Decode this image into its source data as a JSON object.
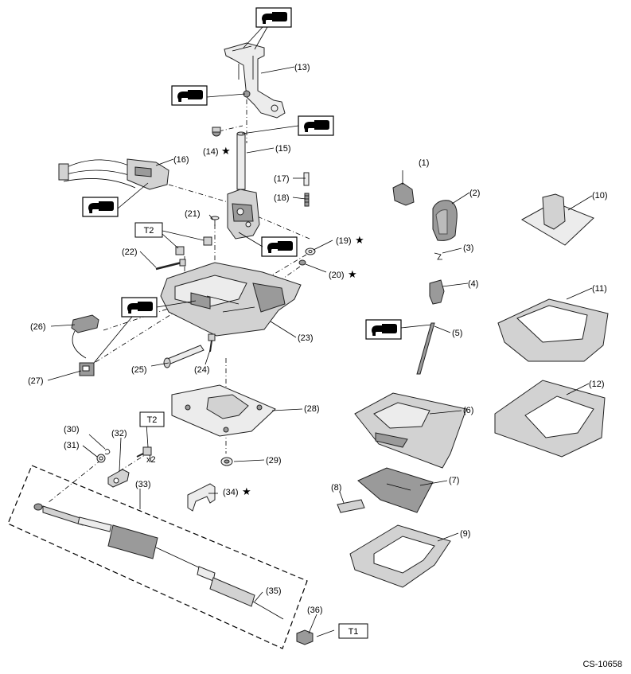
{
  "figure_code": "CS-10658",
  "torque_boxes": [
    {
      "id": "t2a",
      "text": "T2"
    },
    {
      "id": "t2b",
      "text": "T2"
    },
    {
      "id": "t1",
      "text": "T1"
    }
  ],
  "quantity_note": "x2",
  "parts": [
    {
      "id": "p1",
      "label": "(1)",
      "star": false
    },
    {
      "id": "p2",
      "label": "(2)",
      "star": false
    },
    {
      "id": "p3",
      "label": "(3)",
      "star": false
    },
    {
      "id": "p4",
      "label": "(4)",
      "star": false
    },
    {
      "id": "p5",
      "label": "(5)",
      "star": false
    },
    {
      "id": "p6",
      "label": "(6)",
      "star": false
    },
    {
      "id": "p7",
      "label": "(7)",
      "star": false
    },
    {
      "id": "p8",
      "label": "(8)",
      "star": false
    },
    {
      "id": "p9",
      "label": "(9)",
      "star": false
    },
    {
      "id": "p10",
      "label": "(10)",
      "star": false
    },
    {
      "id": "p11",
      "label": "(11)",
      "star": false
    },
    {
      "id": "p12",
      "label": "(12)",
      "star": false
    },
    {
      "id": "p13",
      "label": "(13)",
      "star": false
    },
    {
      "id": "p14",
      "label": "(14)",
      "star": true
    },
    {
      "id": "p15",
      "label": "(15)",
      "star": false
    },
    {
      "id": "p16",
      "label": "(16)",
      "star": false
    },
    {
      "id": "p17",
      "label": "(17)",
      "star": false
    },
    {
      "id": "p18",
      "label": "(18)",
      "star": false
    },
    {
      "id": "p19",
      "label": "(19)",
      "star": true
    },
    {
      "id": "p20",
      "label": "(20)",
      "star": true
    },
    {
      "id": "p21",
      "label": "(21)",
      "star": false
    },
    {
      "id": "p22",
      "label": "(22)",
      "star": false
    },
    {
      "id": "p23",
      "label": "(23)",
      "star": false
    },
    {
      "id": "p24",
      "label": "(24)",
      "star": false
    },
    {
      "id": "p25",
      "label": "(25)",
      "star": false
    },
    {
      "id": "p26",
      "label": "(26)",
      "star": false
    },
    {
      "id": "p27",
      "label": "(27)",
      "star": false
    },
    {
      "id": "p28",
      "label": "(28)",
      "star": false
    },
    {
      "id": "p29",
      "label": "(29)",
      "star": false
    },
    {
      "id": "p30",
      "label": "(30)",
      "star": false
    },
    {
      "id": "p31",
      "label": "(31)",
      "star": false
    },
    {
      "id": "p32",
      "label": "(32)",
      "star": false
    },
    {
      "id": "p33",
      "label": "(33)",
      "star": false
    },
    {
      "id": "p34",
      "label": "(34)",
      "star": true
    },
    {
      "id": "p35",
      "label": "(35)",
      "star": false
    },
    {
      "id": "p36",
      "label": "(36)",
      "star": false
    }
  ],
  "symbols": {
    "grease": "grease-application-icon",
    "star": "★"
  }
}
